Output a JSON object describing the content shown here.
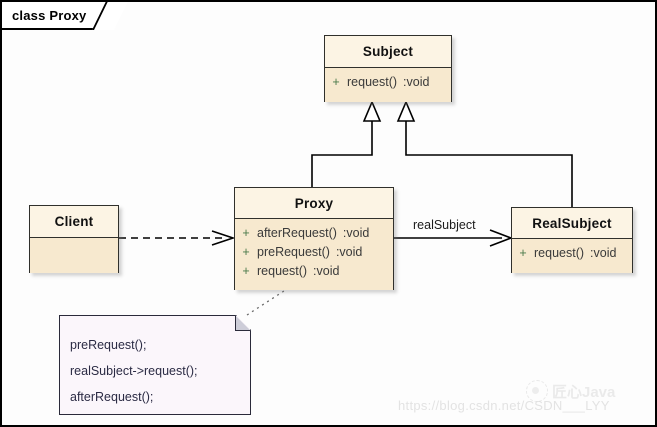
{
  "frame": {
    "label": "class Proxy"
  },
  "classes": [
    {
      "id": "subject",
      "name": "Subject",
      "members": [
        {
          "visibility": "+",
          "name": "request()",
          "type": ":void"
        }
      ]
    },
    {
      "id": "client",
      "name": "Client",
      "members": []
    },
    {
      "id": "proxy",
      "name": "Proxy",
      "members": [
        {
          "visibility": "+",
          "name": "afterRequest()",
          "type": ":void"
        },
        {
          "visibility": "+",
          "name": "preRequest()",
          "type": ":void"
        },
        {
          "visibility": "+",
          "name": "request()",
          "type": ":void"
        }
      ]
    },
    {
      "id": "realsubject",
      "name": "RealSubject",
      "members": [
        {
          "visibility": "+",
          "name": "request()",
          "type": ":void"
        }
      ]
    }
  ],
  "edges": {
    "association_label": "realSubject"
  },
  "note": {
    "lines": [
      "preRequest();",
      "realSubject->request();",
      "afterRequest();"
    ]
  },
  "watermark": {
    "url": "https://blog.csdn.net/CSDN___LYY",
    "logo_text": "匠心Java"
  },
  "colors": {
    "class_header_fill": "#fcf4e4",
    "class_body_fill": "#f7e9cf",
    "class_border": "#30302c",
    "note_fill": "#fbf6fb",
    "line": "#000000"
  }
}
